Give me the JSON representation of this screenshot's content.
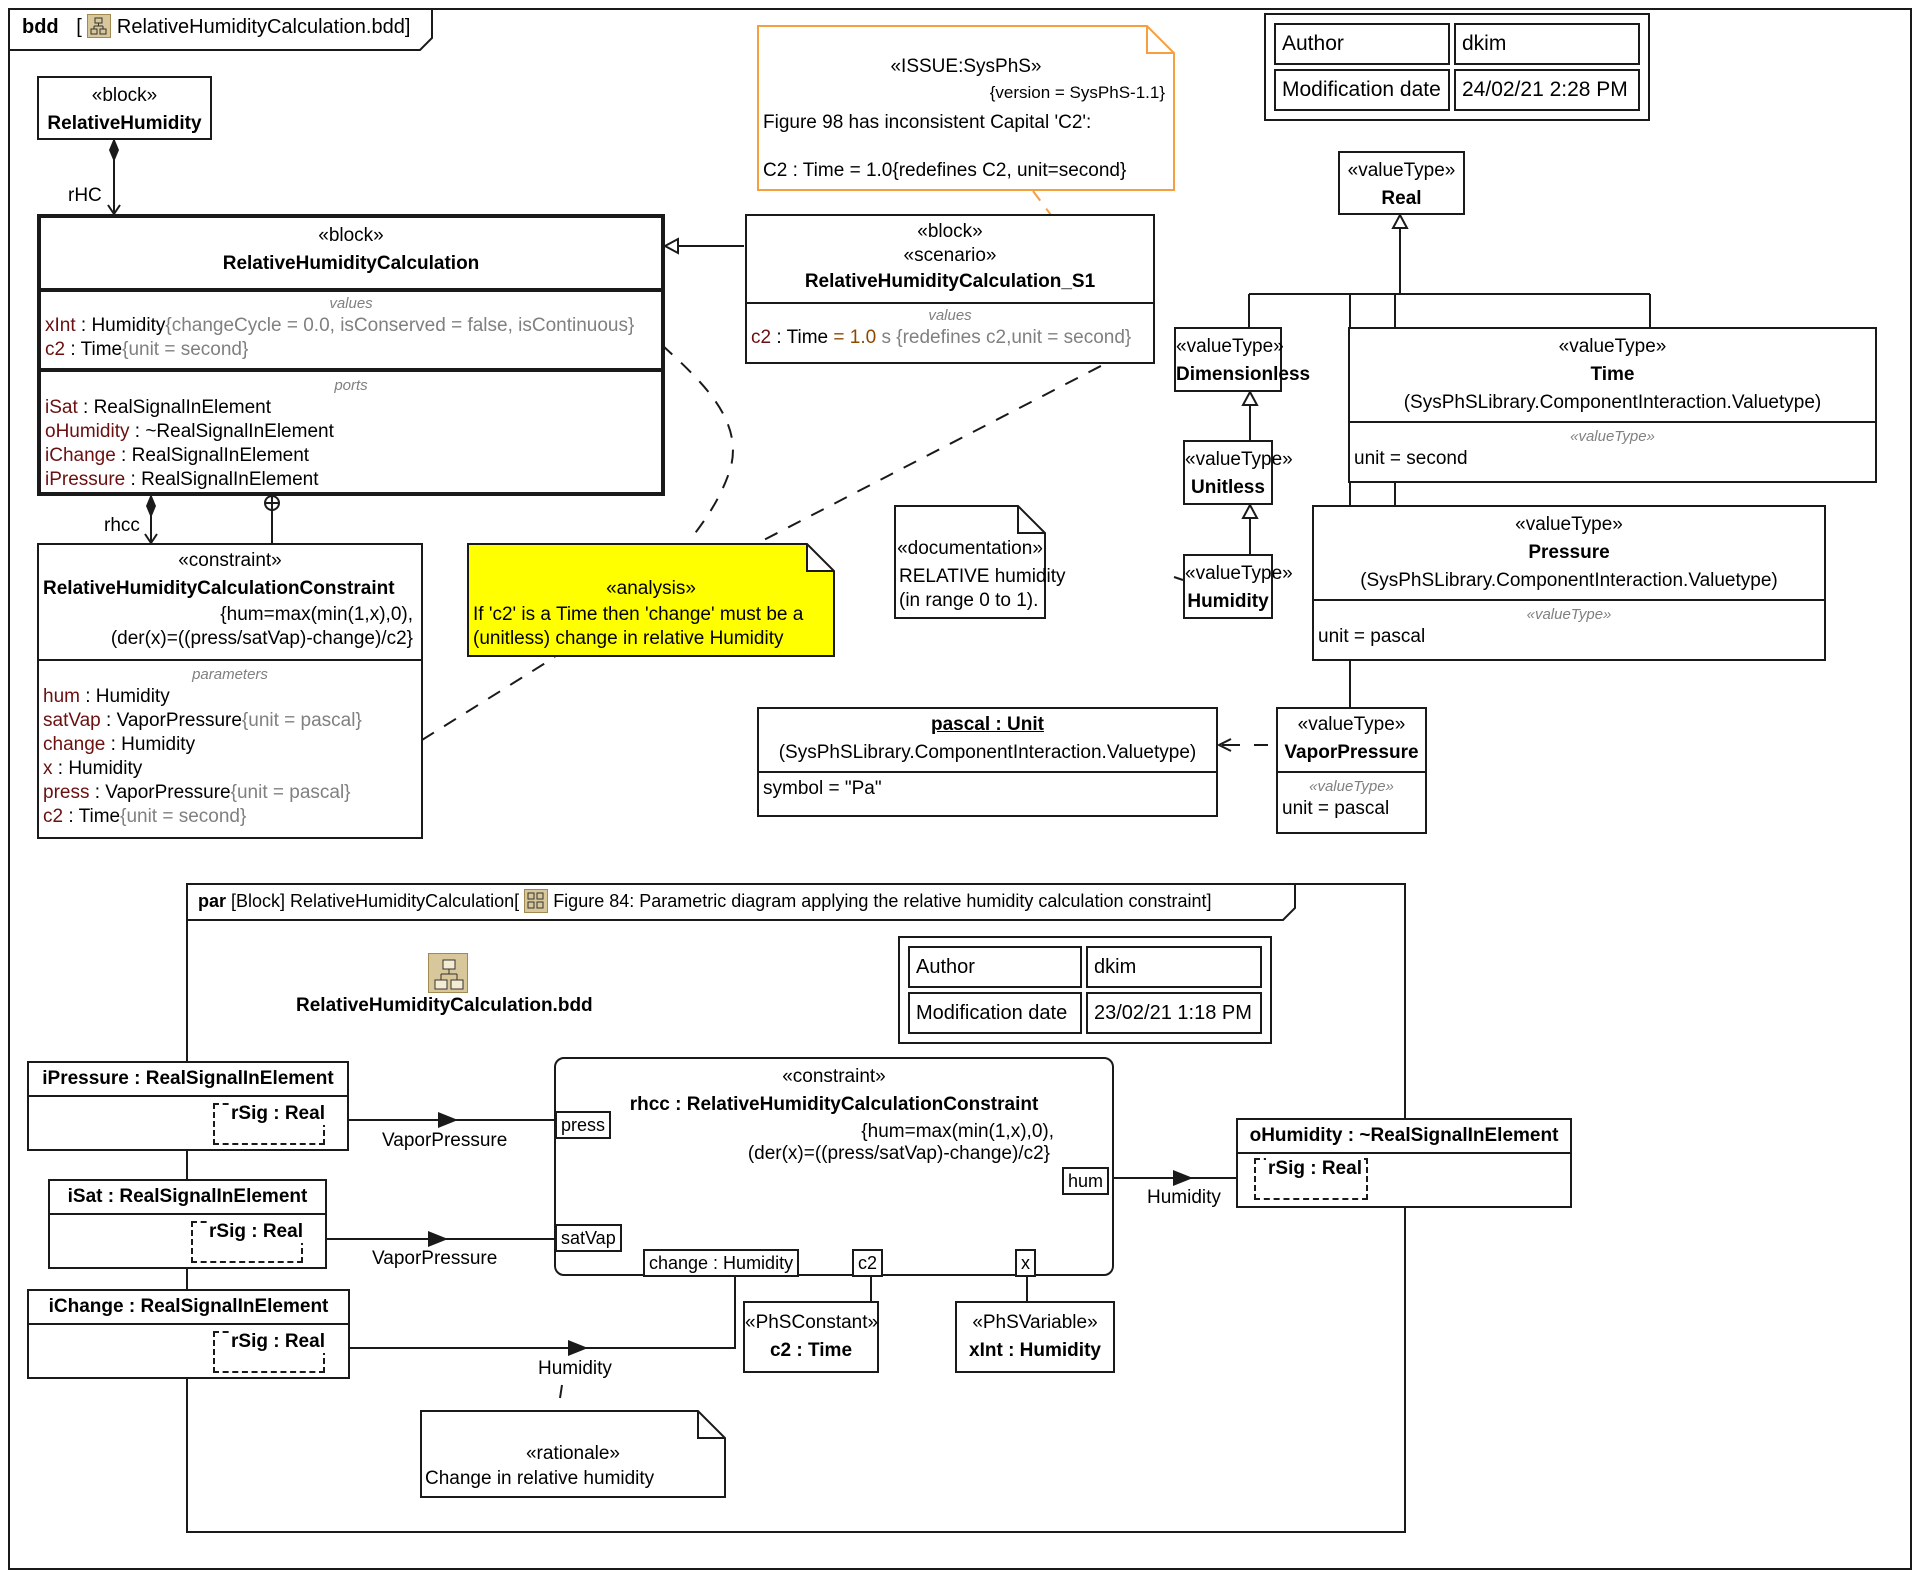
{
  "bdd": {
    "frame_kind": "bdd",
    "frame_name": "RelativeHumidityCalculation.bdd",
    "diagram_icon": "class-diagram-icon",
    "info_table": [
      {
        "key": "Author",
        "value": "dkim"
      },
      {
        "key": "Modification date",
        "value": "24/02/21 2:28 PM"
      }
    ],
    "relative_humidity_block": {
      "stereotype": "«block»",
      "name": "RelativeHumidity"
    },
    "rhc_role": "rHC",
    "rhc_block": {
      "stereotype": "«block»",
      "name": "RelativeHumidityCalculation",
      "values_label": "values",
      "values": [
        {
          "name": "xInt",
          "type": " : Humidity",
          "constraint": "{changeCycle = 0.0, isConserved = false, isContinuous}"
        },
        {
          "name": "c2",
          "type": " : Time",
          "constraint": "{unit = second}"
        }
      ],
      "ports_label": "ports",
      "ports": [
        {
          "name": "iSat",
          "type": " : RealSignalInElement"
        },
        {
          "name": "oHumidity",
          "type": " : ~RealSignalInElement"
        },
        {
          "name": "iChange",
          "type": " : RealSignalInElement"
        },
        {
          "name": "iPressure",
          "type": " : RealSignalInElement"
        }
      ]
    },
    "rhcc_role": "rhcc",
    "constraint_block": {
      "stereotype": "«constraint»",
      "name": "RelativeHumidityCalculationConstraint",
      "expr_line1": "{hum=max(min(1,x),0),",
      "expr_line2": "(der(x)=((press/satVap)-change)/c2}",
      "params_label": "parameters",
      "params": [
        {
          "name": "hum",
          "type": " : Humidity",
          "constraint": ""
        },
        {
          "name": "satVap",
          "type": " : VaporPressure",
          "constraint": "{unit = pascal}"
        },
        {
          "name": "change",
          "type": " : Humidity",
          "constraint": ""
        },
        {
          "name": "x",
          "type": " : Humidity",
          "constraint": ""
        },
        {
          "name": "press",
          "type": " : VaporPressure",
          "constraint": "{unit = pascal}"
        },
        {
          "name": "c2",
          "type": " : Time",
          "constraint": "{unit = second}"
        }
      ]
    },
    "scenario_block": {
      "stereotype1": "«block»",
      "stereotype2": "«scenario»",
      "name": "RelativeHumidityCalculation_S1",
      "values_label": "values",
      "value_name": "c2",
      "value_type": " : Time",
      "value_eq": " = ",
      "value_num": "1.0",
      "value_rest": " s {redefines c2,unit = second}"
    },
    "issue_note": {
      "stereotype": "«ISSUE:SysPhS»",
      "tag": "{version = SysPhS-1.1}",
      "line1": "Figure 98 has inconsistent Capital 'C2':",
      "line2": "C2 : Time = 1.0{redefines C2, unit=second}",
      "border_color": "#f5a040"
    },
    "analysis_note": {
      "stereotype": "«analysis»",
      "line1": "If 'c2' is a Time then 'change' must be a",
      "line2": "(unitless) change in relative Humidity",
      "fill_color": "#ffff00"
    },
    "documentation_note": {
      "stereotype": "«documentation»",
      "line1": "RELATIVE humidity",
      "line2": "(in range 0 to 1)."
    },
    "value_types": {
      "real": {
        "stereotype": "«valueType»",
        "name": "Real"
      },
      "dimensionless": {
        "stereotype": "«valueType»",
        "name": "Dimensionless"
      },
      "unitless": {
        "stereotype": "«valueType»",
        "name": "Unitless"
      },
      "humidity": {
        "stereotype": "«valueType»",
        "name": "Humidity"
      },
      "time": {
        "stereotype": "«valueType»",
        "name": "Time",
        "owner": "(SysPhSLibrary.ComponentInteraction.Valuetype)",
        "comp_label": "«valueType»",
        "attr": "unit = second"
      },
      "pressure": {
        "stereotype": "«valueType»",
        "name": "Pressure",
        "owner": "(SysPhSLibrary.ComponentInteraction.Valuetype)",
        "comp_label": "«valueType»",
        "attr": "unit = pascal"
      },
      "vapor_pressure": {
        "stereotype": "«valueType»",
        "name": "VaporPressure",
        "comp_label": "«valueType»",
        "attr": "unit = pascal"
      }
    },
    "pascal_unit": {
      "name": "pascal : Unit",
      "owner": "(SysPhSLibrary.ComponentInteraction.Valuetype)",
      "attr": "symbol = \"Pa\""
    }
  },
  "par": {
    "frame_kind": "par",
    "frame_context": "[Block] RelativeHumidityCalculation[",
    "frame_name": "Figure 84: Parametric diagram applying the relative humidity calculation constraint]",
    "diagram_icon": "parametric-diagram-icon",
    "bdd_link_label": "RelativeHumidityCalculation.bdd",
    "info_table": [
      {
        "key": "Author",
        "value": "dkim"
      },
      {
        "key": "Modification date",
        "value": "23/02/21 1:18 PM"
      }
    ],
    "ports": [
      {
        "title": "iPressure : RealSignalInElement",
        "sig": "rSig : Real"
      },
      {
        "title": "iSat : RealSignalInElement",
        "sig": "rSig : Real"
      },
      {
        "title": "iChange : RealSignalInElement",
        "sig": "rSig : Real"
      },
      {
        "title": "oHumidity : ~RealSignalInElement",
        "sig": "rSig : Real"
      }
    ],
    "flows": [
      "VaporPressure",
      "VaporPressure",
      "Humidity",
      "Humidity"
    ],
    "constraint_property": {
      "stereotype": "«constraint»",
      "name": "rhcc : RelativeHumidityCalculationConstraint",
      "expr_line1": "{hum=max(min(1,x),0),",
      "expr_line2": "(der(x)=((press/satVap)-change)/c2}",
      "params": {
        "press": "press",
        "satVap": "satVap",
        "hum": "hum",
        "change": "change : Humidity",
        "c2": "c2",
        "x": "x"
      }
    },
    "constant": {
      "stereotype": "«PhSConstant»",
      "name": "c2 : Time"
    },
    "variable": {
      "stereotype": "«PhSVariable»",
      "name": "xInt : Humidity"
    },
    "rationale": {
      "stereotype": "«rationale»",
      "text": "Change in relative humidity"
    }
  }
}
